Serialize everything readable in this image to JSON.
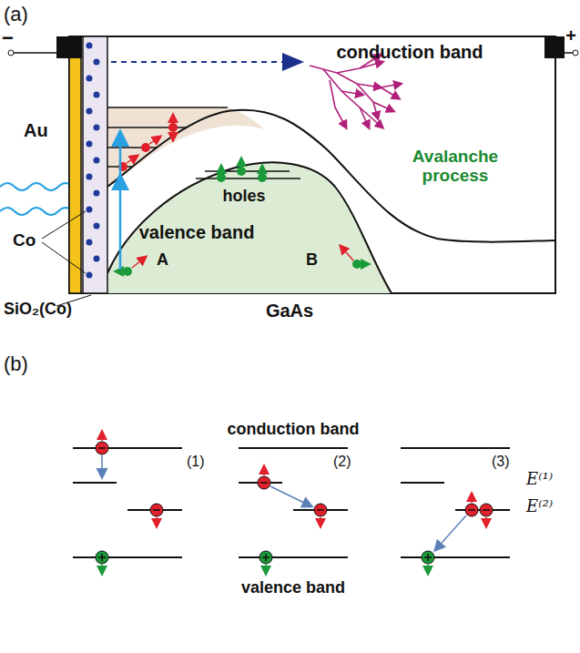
{
  "diagram": {
    "labels": [
      "(a)",
      "−",
      "+",
      "conduction band",
      "Au",
      "Avalanche process",
      "holes",
      "A",
      "B",
      "valence band",
      "Co",
      "SiO₂(Co)",
      "GaAs",
      "(b)",
      "conduction band",
      "(1)",
      "(2)",
      "(3)",
      "E⁽¹⁾",
      "E⁽²⁾",
      "valence band"
    ]
  }
}
